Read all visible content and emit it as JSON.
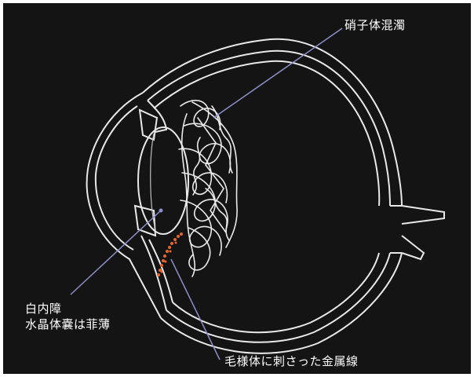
{
  "labels": {
    "vitreous_opacity": "硝子体混濁",
    "cataract": "白内障",
    "lens_capsule_thin": "水晶体嚢は菲薄",
    "metal_wire": "毛様体に刺さった金属線"
  },
  "colors": {
    "background": "#141414",
    "outline": "#e8e8e8",
    "leader_line": "#8c8fc8",
    "wire": "#e8642c",
    "text": "#ffffff"
  }
}
